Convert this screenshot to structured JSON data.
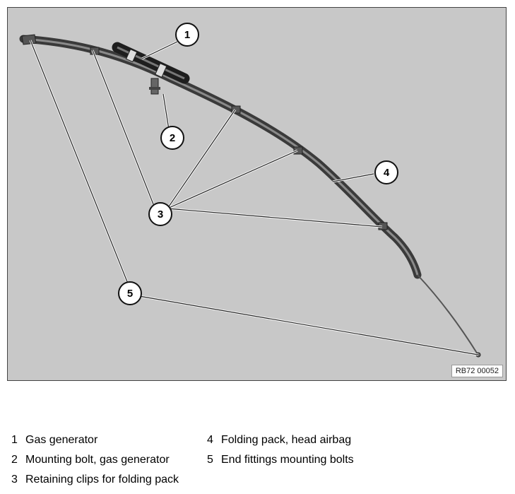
{
  "figure": {
    "reference_code": "RB72 00052",
    "callouts": [
      "1",
      "2",
      "3",
      "4",
      "5"
    ]
  },
  "legend": [
    {
      "number": "1",
      "text": "Gas generator"
    },
    {
      "number": "2",
      "text": "Mounting bolt, gas generator"
    },
    {
      "number": "3",
      "text": "Retaining clips for folding pack"
    },
    {
      "number": "4",
      "text": "Folding pack, head airbag"
    },
    {
      "number": "5",
      "text": "End fittings mounting bolts"
    }
  ]
}
